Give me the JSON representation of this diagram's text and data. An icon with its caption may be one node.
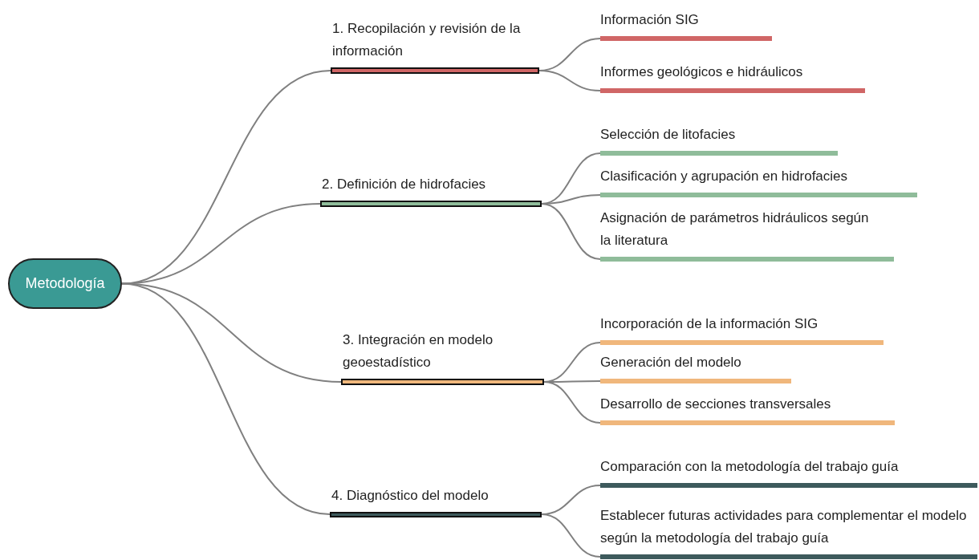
{
  "diagram": {
    "nodes": [
      {
        "text": [
          "Metodología"
        ]
      },
      {
        "text": [
          "1. Recopilación y revisión de la información"
        ]
      },
      {
        "text": [
          "Información SIG"
        ]
      },
      {
        "text": [
          "Informes geológicos e hidráulicos"
        ]
      },
      {
        "text": [
          "2. Definición de hidrofacies"
        ]
      },
      {
        "text": [
          "Selección de litofacies"
        ]
      },
      {
        "text": [
          "Clasificación y agrupación en hidrofacies"
        ]
      },
      {
        "text": [
          "Asignación de parámetros hidráulicos según la literatura"
        ]
      },
      {
        "text": [
          "3. Integración en modelo geoestadístico"
        ]
      },
      {
        "text": [
          "Incorporación de la información SIG"
        ]
      },
      {
        "text": [
          "Generación del modelo"
        ]
      },
      {
        "text": [
          "Desarrollo de secciones transversales"
        ]
      },
      {
        "text": [
          "4. Diagnóstico del modelo"
        ]
      },
      {
        "text": [
          "Comparación con la metodología del trabajo guía"
        ]
      },
      {
        "text": [
          "Establecer futuras actividades para complementar el modelo según la metodología del trabajo guía"
        ]
      }
    ],
    "edges": [
      {
        "from": 0,
        "to": 1,
        "arrow": "none"
      },
      {
        "from": 0,
        "to": 4,
        "arrow": "none"
      },
      {
        "from": 0,
        "to": 8,
        "arrow": "none"
      },
      {
        "from": 0,
        "to": 12,
        "arrow": "none"
      },
      {
        "from": 1,
        "to": 2,
        "arrow": "none"
      },
      {
        "from": 1,
        "to": 3,
        "arrow": "none"
      },
      {
        "from": 4,
        "to": 5,
        "arrow": "none"
      },
      {
        "from": 4,
        "to": 6,
        "arrow": "none"
      },
      {
        "from": 4,
        "to": 7,
        "arrow": "none"
      },
      {
        "from": 8,
        "to": 9,
        "arrow": "none"
      },
      {
        "from": 8,
        "to": 10,
        "arrow": "none"
      },
      {
        "from": 8,
        "to": 11,
        "arrow": "none"
      },
      {
        "from": 12,
        "to": 13,
        "arrow": "none"
      },
      {
        "from": 12,
        "to": 14,
        "arrow": "none"
      }
    ]
  }
}
